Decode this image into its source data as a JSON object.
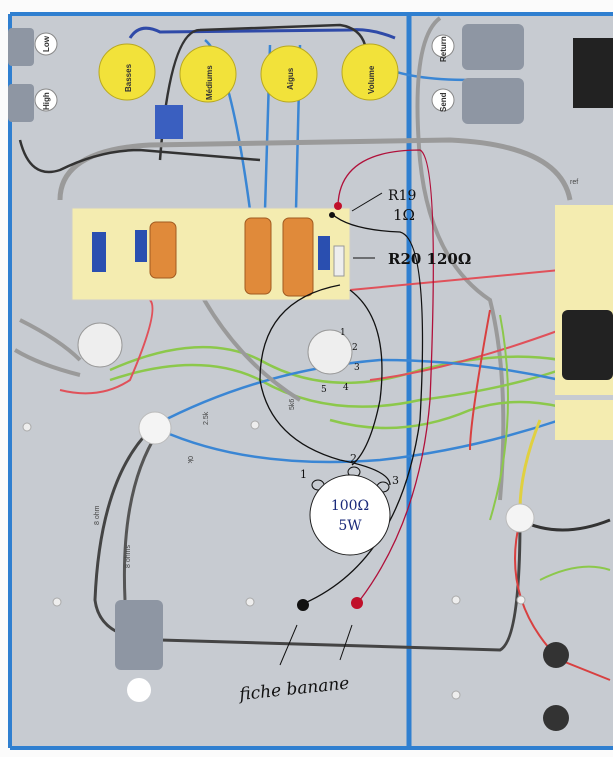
{
  "inputs": {
    "low": "Low",
    "high": "High"
  },
  "pots": [
    "Basses",
    "Médiums",
    "Aigus",
    "Volume"
  ],
  "fx_loop": {
    "return": "Return",
    "send": "Send"
  },
  "board_labels": {
    "r_25k": "2.5k",
    "r_5k6": "5k6",
    "r_0k": "0k",
    "out_8ohm": "8 ohm",
    "out_8ohms": "8 ohms",
    "ref": "ref"
  },
  "annotations": {
    "r19_name": "R19",
    "r19_value": "1Ω",
    "r20": "R20 120Ω",
    "tube_pins": [
      "1",
      "2",
      "3",
      "4",
      "5"
    ],
    "pot_pins": [
      "1",
      "2",
      "3"
    ],
    "pot_value": "100Ω",
    "pot_power": "5W",
    "banana": "fiche banane"
  },
  "colors": {
    "panel": "#c7cbd1",
    "frame": "#2f7fd0",
    "pot": "#f2e23a",
    "wire_blue": "#3a86d4",
    "wire_red": "#e0515a",
    "wire_green": "#8cc84b",
    "ink_red": "#b0103a"
  }
}
